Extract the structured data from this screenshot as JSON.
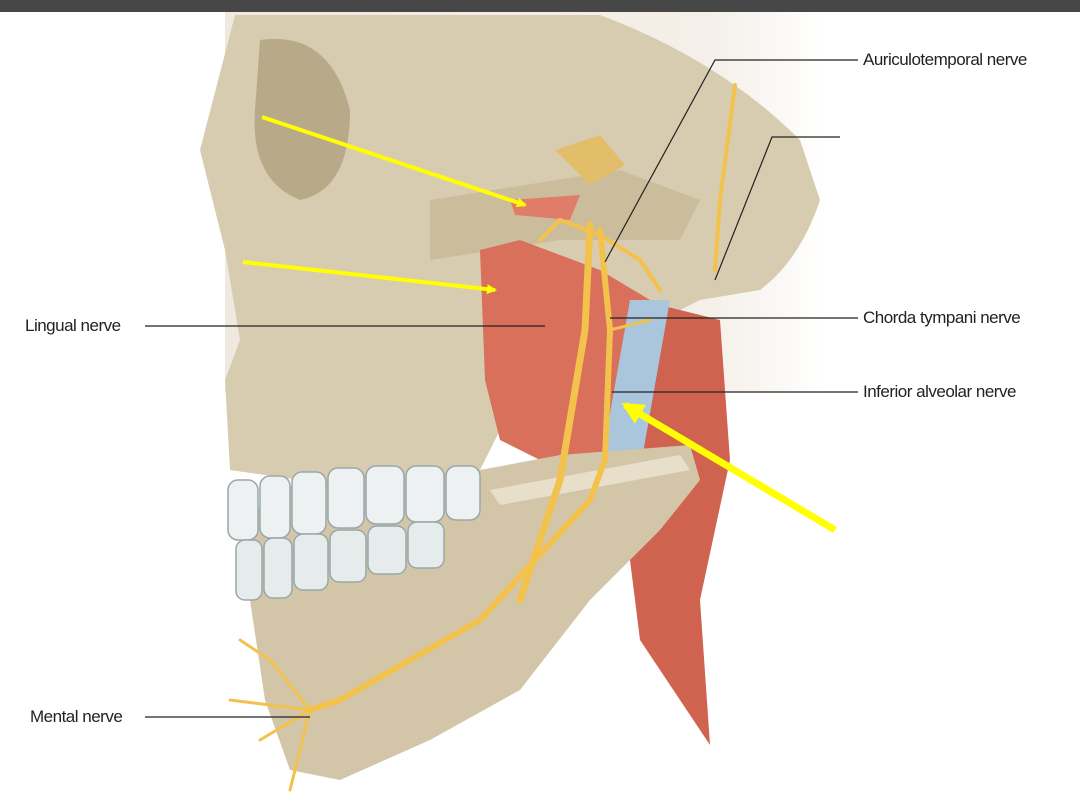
{
  "slide": {
    "labels": {
      "auriculotemporal": "Auriculotemporal nerve",
      "chorda_tympani": "Chorda tympani nerve",
      "inferior_alveolar": "Inferior alveolar nerve",
      "lingual": "Lingual nerve",
      "mental": "Mental nerve"
    },
    "colors": {
      "bone": "#d8ccb0",
      "muscle": "#d8705c",
      "nerve": "#f2c24c",
      "vessel": "#a9c6dc",
      "arrow": "#ffff00",
      "topbar": "#474747"
    }
  }
}
